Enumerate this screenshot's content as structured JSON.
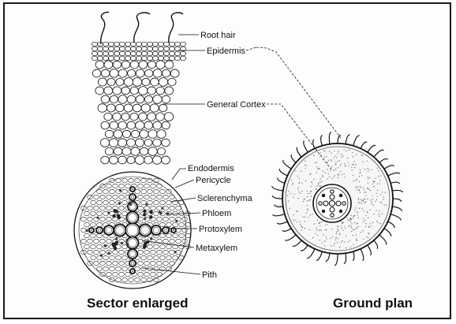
{
  "labels": {
    "root_hair": "Root hair",
    "epidermis": "Epidermis",
    "general_cortex": "General Cortex",
    "endodermis": "Endodermis",
    "pericycle": "Pericycle",
    "sclerenchyma": "Sclerenchyma",
    "phloem": "Phloem",
    "protoxylem": "Protoxylem",
    "metaxylem": "Metaxylem",
    "pith": "Pith"
  },
  "captions": {
    "sector": "Sector enlarged",
    "ground": "Ground plan"
  }
}
